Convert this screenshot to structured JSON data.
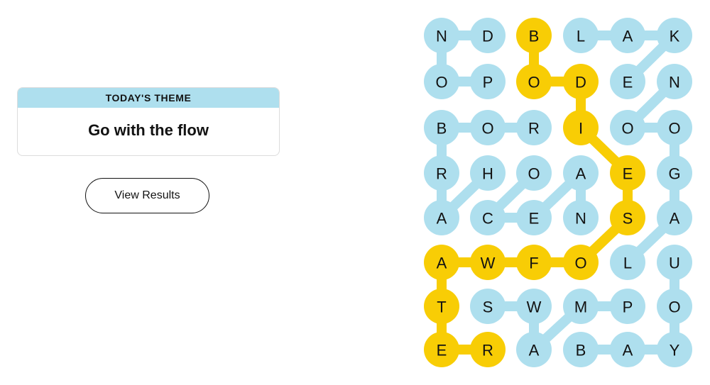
{
  "theme": {
    "header": "TODAY'S THEME",
    "title": "Go with the flow"
  },
  "actions": {
    "view_results_label": "View Results"
  },
  "colors": {
    "blue": "#aedfee",
    "gold": "#f8cd05",
    "text": "#121212"
  },
  "board": {
    "columns": 6,
    "rows": 8,
    "grid": [
      [
        "N",
        "D",
        "B",
        "L",
        "A",
        "K"
      ],
      [
        "O",
        "P",
        "O",
        "D",
        "E",
        "N"
      ],
      [
        "B",
        "O",
        "R",
        "I",
        "O",
        "O"
      ],
      [
        "R",
        "H",
        "O",
        "A",
        "E",
        "G"
      ],
      [
        "A",
        "C",
        "E",
        "N",
        "S",
        "A"
      ],
      [
        "A",
        "W",
        "F",
        "O",
        "L",
        "U"
      ],
      [
        "T",
        "S",
        "W",
        "M",
        "P",
        "O"
      ],
      [
        "E",
        "R",
        "A",
        "B",
        "A",
        "Y"
      ]
    ],
    "spangram": {
      "word": "BODIESOFWATER",
      "cells": [
        [
          0,
          2
        ],
        [
          1,
          2
        ],
        [
          1,
          3
        ],
        [
          2,
          3
        ],
        [
          3,
          4
        ],
        [
          4,
          4
        ],
        [
          5,
          3
        ],
        [
          5,
          2
        ],
        [
          5,
          1
        ],
        [
          5,
          0
        ],
        [
          6,
          0
        ],
        [
          7,
          0
        ],
        [
          7,
          1
        ]
      ]
    },
    "found_words": [
      {
        "cells": [
          [
            0,
            0
          ],
          [
            0,
            1
          ]
        ]
      },
      {
        "cells": [
          [
            0,
            0
          ],
          [
            1,
            0
          ]
        ]
      },
      {
        "cells": [
          [
            1,
            0
          ],
          [
            1,
            1
          ]
        ]
      },
      {
        "cells": [
          [
            0,
            3
          ],
          [
            0,
            4
          ],
          [
            0,
            5
          ],
          [
            1,
            4
          ]
        ]
      },
      {
        "cells": [
          [
            2,
            0
          ],
          [
            2,
            1
          ],
          [
            2,
            2
          ]
        ]
      },
      {
        "cells": [
          [
            2,
            0
          ],
          [
            3,
            0
          ],
          [
            4,
            0
          ]
        ]
      },
      {
        "cells": [
          [
            3,
            1
          ],
          [
            4,
            0
          ]
        ]
      },
      {
        "cells": [
          [
            3,
            2
          ],
          [
            4,
            1
          ],
          [
            4,
            2
          ]
        ]
      },
      {
        "cells": [
          [
            3,
            3
          ],
          [
            4,
            2
          ]
        ]
      },
      {
        "cells": [
          [
            3,
            3
          ],
          [
            4,
            3
          ]
        ]
      },
      {
        "cells": [
          [
            1,
            5
          ],
          [
            2,
            4
          ],
          [
            2,
            5
          ],
          [
            3,
            5
          ],
          [
            4,
            5
          ],
          [
            5,
            4
          ]
        ]
      },
      {
        "cells": [
          [
            5,
            5
          ],
          [
            6,
            5
          ],
          [
            7,
            5
          ]
        ]
      },
      {
        "cells": [
          [
            6,
            1
          ],
          [
            6,
            2
          ],
          [
            7,
            2
          ],
          [
            6,
            3
          ],
          [
            6,
            4
          ]
        ]
      },
      {
        "cells": [
          [
            7,
            3
          ],
          [
            7,
            4
          ],
          [
            7,
            5
          ]
        ]
      }
    ]
  }
}
